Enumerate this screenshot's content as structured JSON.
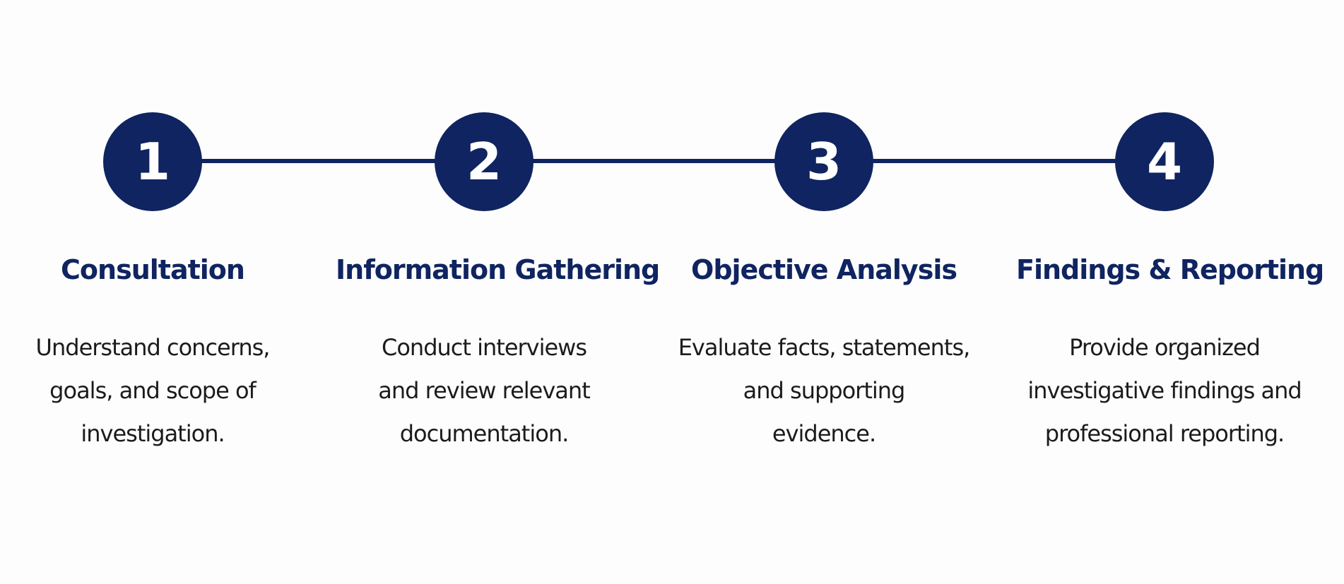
{
  "accent_color": "#0f2460",
  "steps": [
    {
      "number": "1",
      "title": "Consultation",
      "description": [
        "Understand concerns,",
        "goals, and scope of",
        "investigation."
      ]
    },
    {
      "number": "2",
      "title": "Information Gathering",
      "description": [
        "Conduct interviews",
        "and review relevant",
        "documentation."
      ]
    },
    {
      "number": "3",
      "title": "Objective Analysis",
      "description": [
        "Evaluate facts, statements,",
        "and supporting",
        "evidence."
      ]
    },
    {
      "number": "4",
      "title": "Findings & Reporting",
      "description": [
        "Provide organized",
        "investigative findings and",
        "professional reporting."
      ]
    }
  ]
}
